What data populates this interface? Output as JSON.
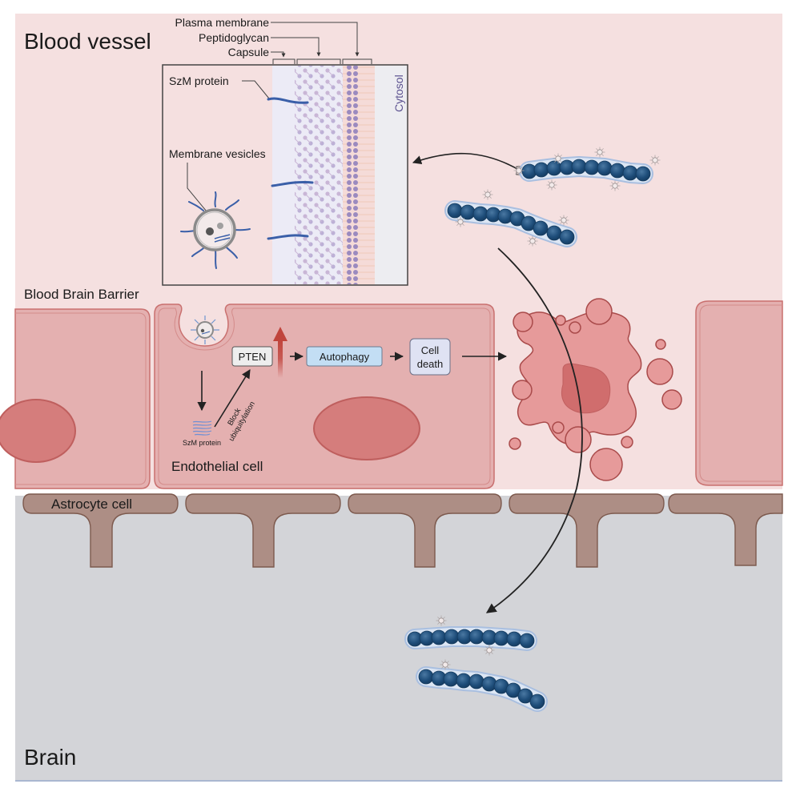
{
  "regions": {
    "blood_vessel": "Blood vessel",
    "blood_brain_barrier": "Blood Brain Barrier",
    "brain": "Brain"
  },
  "inset": {
    "layers": {
      "plasma_membrane": "Plasma membrane",
      "peptidoglycan": "Peptidoglycan",
      "capsule": "Capsule",
      "cytosol": "Cytosol"
    },
    "szm_protein": "SzM protein",
    "membrane_vesicles": "Membrane vesicles"
  },
  "pathway": {
    "pten": "PTEN",
    "autophagy": "Autophagy",
    "cell_death_line1": "Cell",
    "cell_death_line2": "death",
    "szm_protein": "SzM protein",
    "block_line1": "Block",
    "block_line2": "ubiquitylation"
  },
  "cells": {
    "endothelial": "Endothelial cell",
    "astrocyte": "Astrocyte cell"
  },
  "colors": {
    "blood_bg": "#f5e0e0",
    "brain_bg": "#d3d4d8",
    "cell_fill": "#e4b0b0",
    "cell_stroke": "#c9706f",
    "nucleus_fill": "#d57d7c",
    "astrocyte_fill": "#ad8e85",
    "astrocyte_stroke": "#7d5a4e",
    "bacteria": "#1e4d7a",
    "upregulation_arrow": "#c0443c",
    "autophagy_box": "#c3def4",
    "cell_death_box": "#dfe2f3",
    "pten_box": "#eeeeee"
  }
}
